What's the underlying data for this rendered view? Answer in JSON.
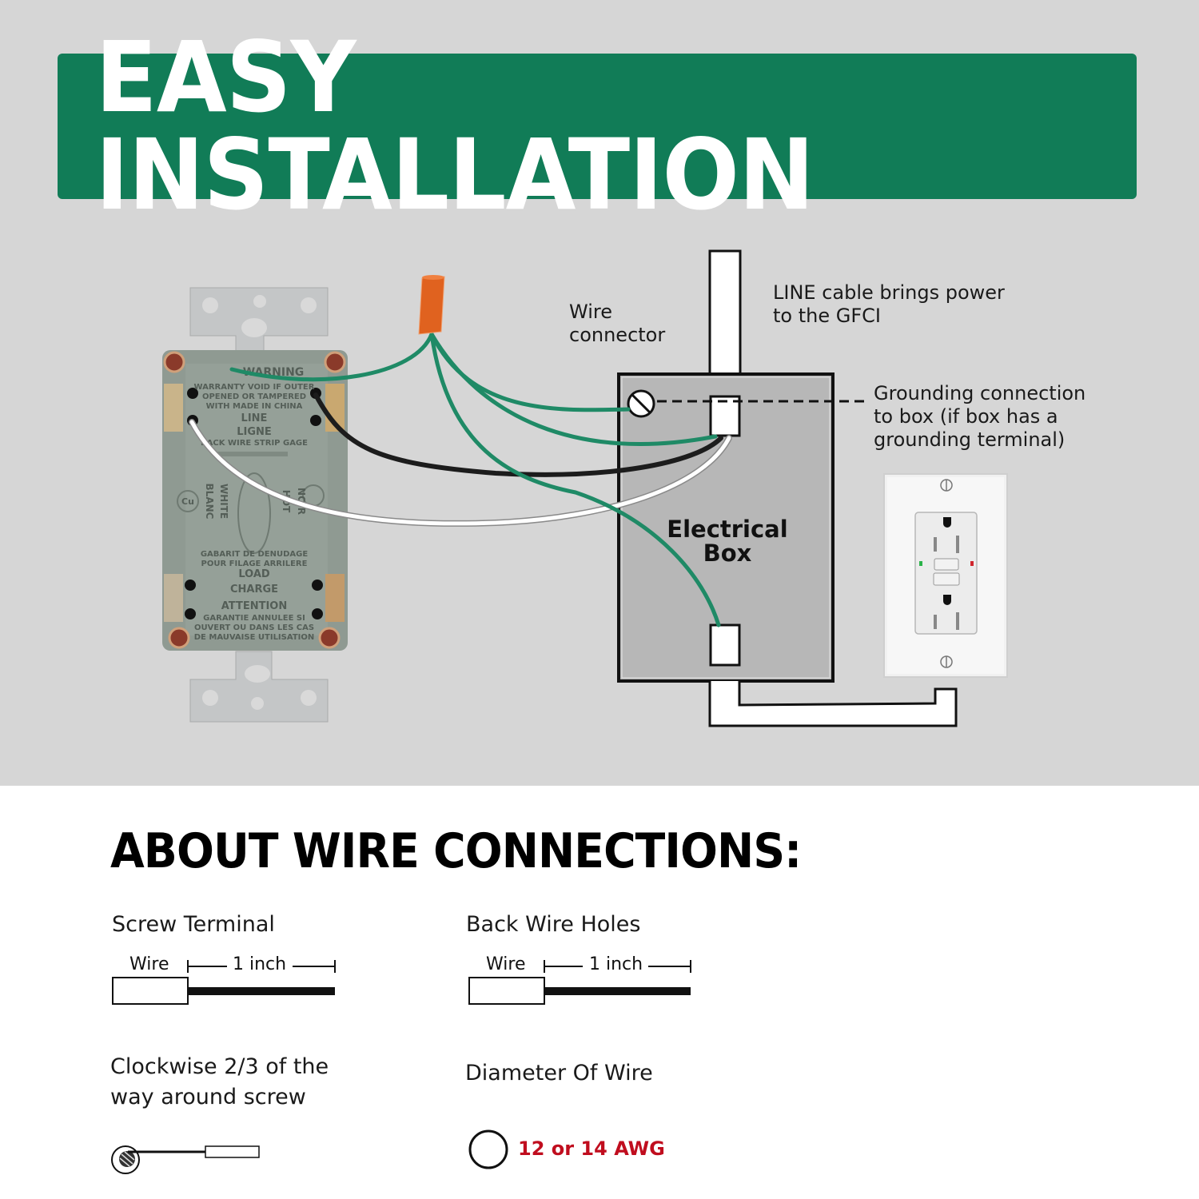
{
  "banner": {
    "title": "EASY INSTALLATION",
    "color": "#117c57"
  },
  "diagram": {
    "wire_connector_label": [
      "Wire",
      "connector"
    ],
    "line_cable_label": [
      "LINE cable brings power",
      "to the GFCI"
    ],
    "grounding_label": [
      "Grounding connection",
      "to box (if box has a",
      "grounding terminal)"
    ],
    "electrical_box_label": [
      "Electrical",
      "Box"
    ],
    "gfci_back_text": {
      "warning": "WARNING",
      "warranty": [
        "WARRANTY VOID IF OUTER",
        "OPENED OR TAMPERED",
        "WITH MADE IN CHINA"
      ],
      "line": "LINE",
      "ligne": "LIGNE",
      "strip_gage": "BACK WIRE STRIP GAGE",
      "white": "WHITE",
      "blanc": "BLANC",
      "hot": "HOT",
      "noir": "NOIR",
      "cu": "Cu",
      "gabarit": [
        "GABARIT DE DENUDAGE",
        "POUR FILAGE ARRILERE"
      ],
      "load": "LOAD",
      "charge": "CHARGE",
      "attention": "ATTENTION",
      "garantie": [
        "GARANTIE ANNULEE SI",
        "OUVERT OU DANS LES CAS",
        "DE MAUVAISE UTILISATION"
      ]
    },
    "colors": {
      "ground_wire": "#1f8a66",
      "hot_wire": "#1c1c1c",
      "neutral_wire": "#ffffff",
      "connector": "#e0621f",
      "box_fill": "#b7b7b7"
    }
  },
  "wire_connections": {
    "title": "ABOUT WIRE CONNECTIONS:",
    "screw_terminal": {
      "title": "Screw Terminal",
      "wire_label": "Wire",
      "length_label": "1 inch"
    },
    "back_wire_holes": {
      "title": "Back Wire Holes",
      "wire_label": "Wire",
      "length_label": "1 inch"
    },
    "clockwise": {
      "title": [
        "Clockwise 2/3 of the",
        "way around screw"
      ]
    },
    "diameter": {
      "title": "Diameter Of Wire",
      "value": "12 or 14 AWG",
      "value_color": "#c00d1e"
    }
  }
}
